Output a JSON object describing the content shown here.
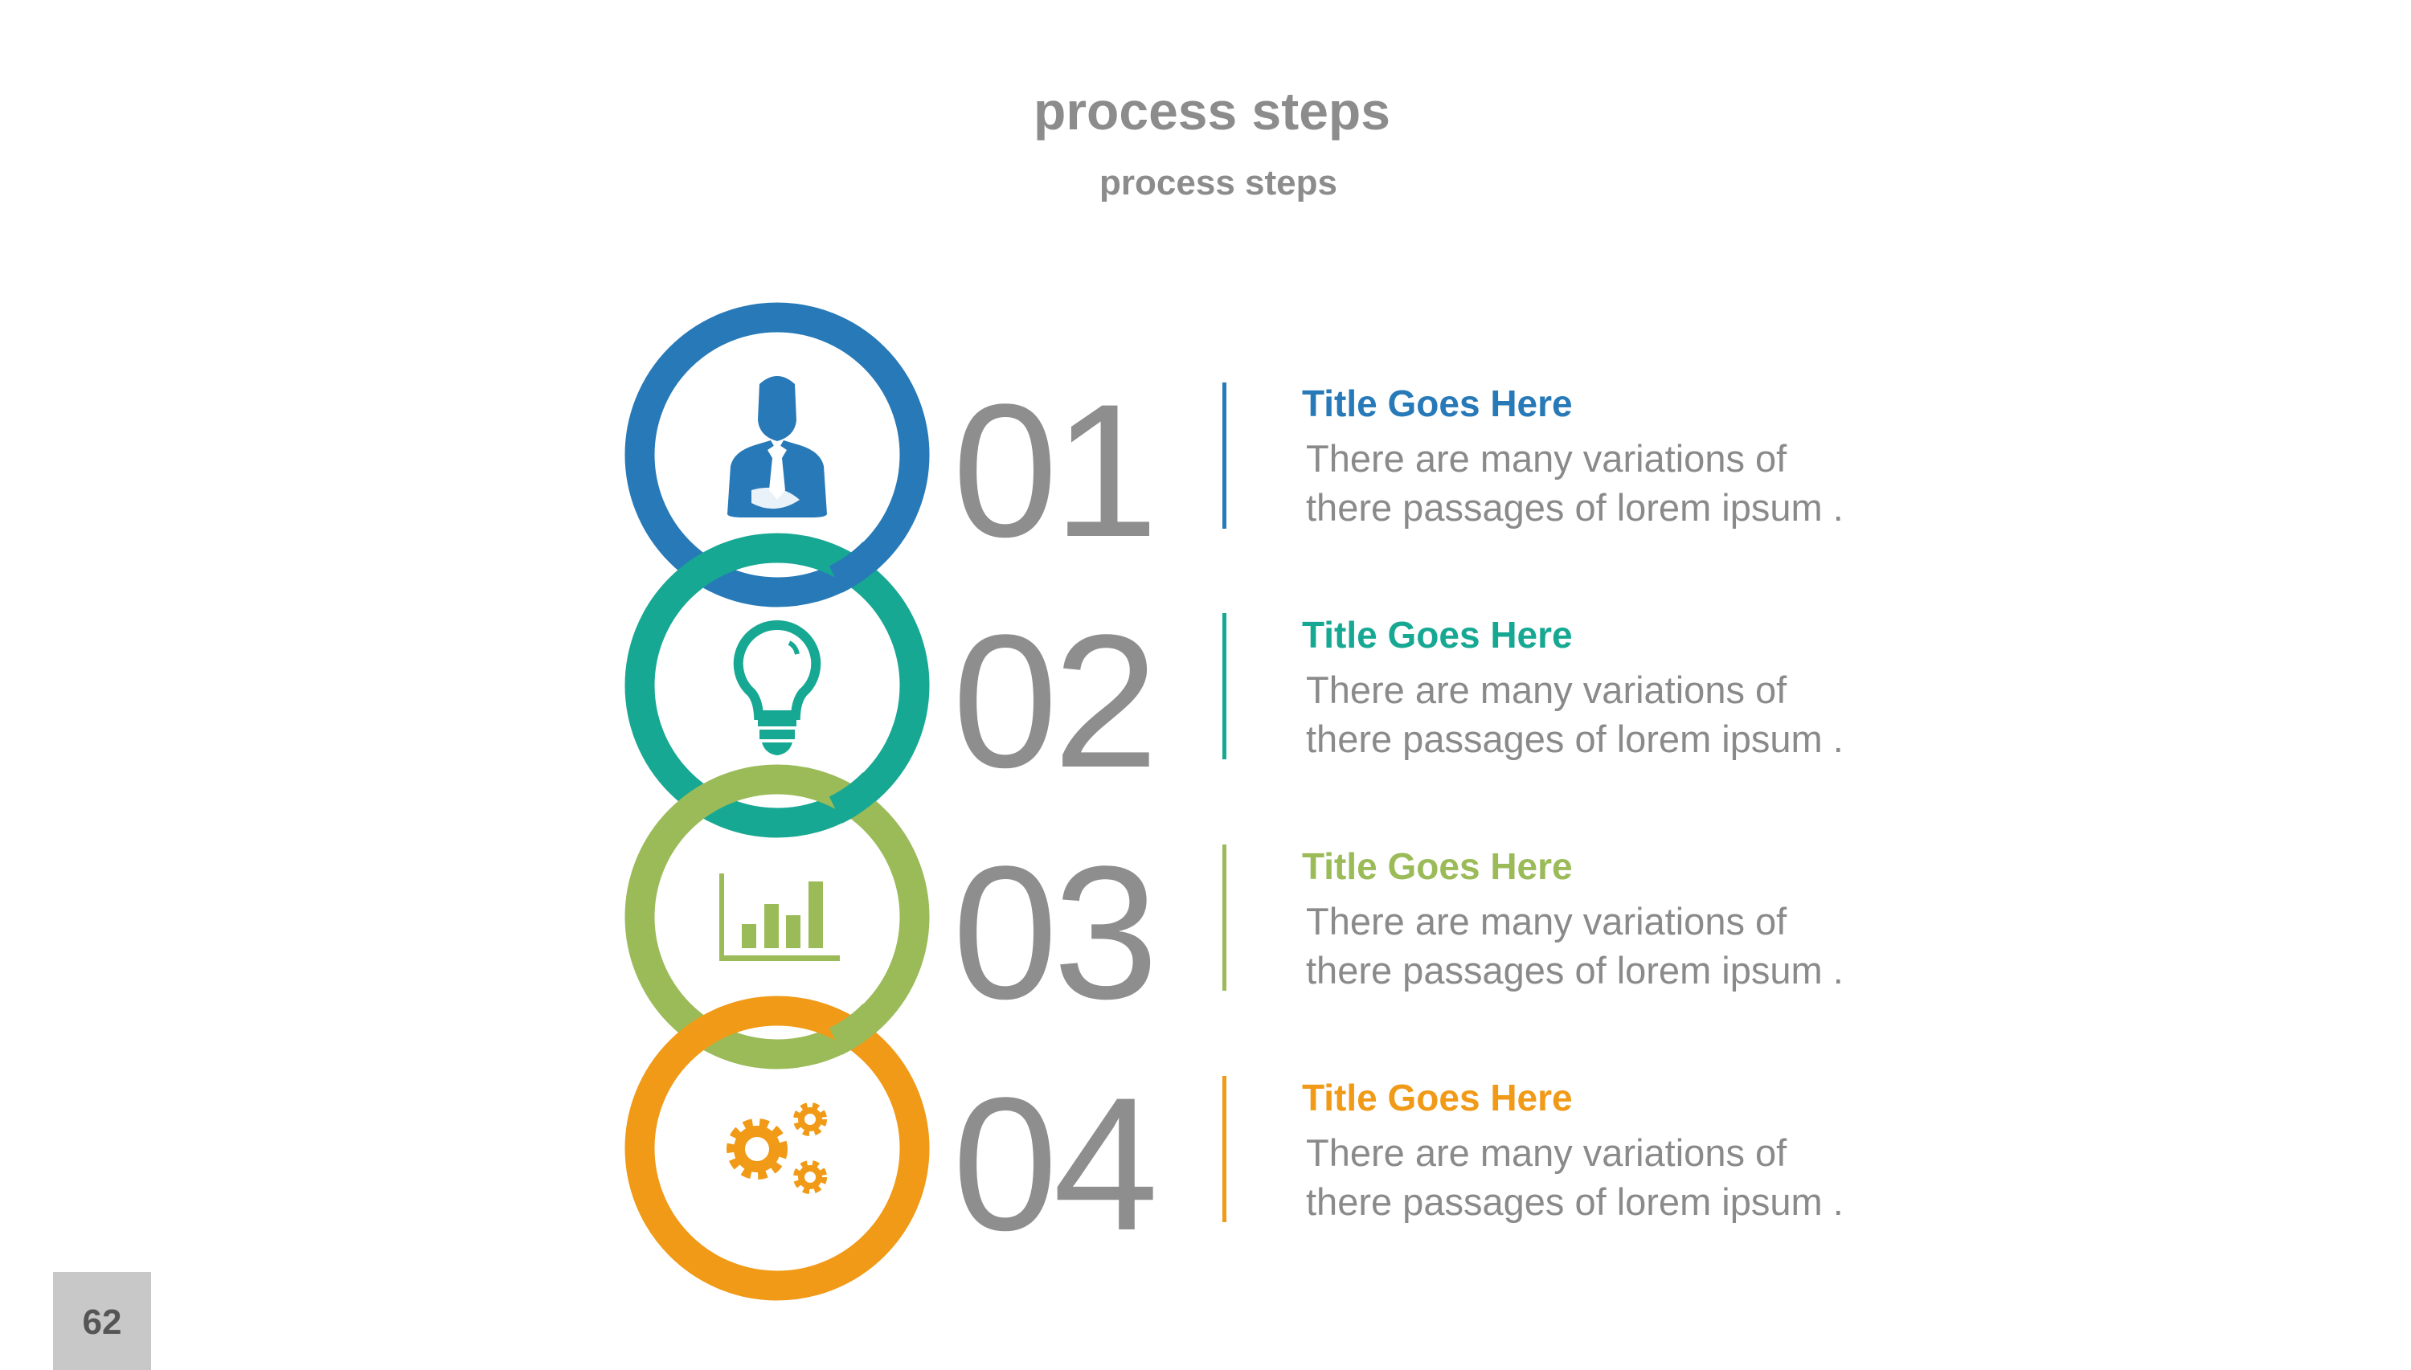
{
  "header": {
    "title": "process steps",
    "subtitle": "process steps"
  },
  "steps": [
    {
      "number": "01",
      "title": "Title Goes Here",
      "line1": "There are many variations of",
      "line2": "there passages of lorem ipsum .",
      "icon": "businessman-icon",
      "color": "#2779b8"
    },
    {
      "number": "02",
      "title": "Title Goes Here",
      "line1": "There are many variations of",
      "line2": "there passages of lorem ipsum .",
      "icon": "lightbulb-icon",
      "color": "#17a893"
    },
    {
      "number": "03",
      "title": "Title Goes Here",
      "line1": "There are many variations of",
      "line2": "there passages of lorem ipsum .",
      "icon": "bar-chart-icon",
      "color": "#9bbb59"
    },
    {
      "number": "04",
      "title": "Title Goes Here",
      "line1": "There are many variations of",
      "line2": "there passages of lorem ipsum .",
      "icon": "gears-icon",
      "color": "#f09a17"
    }
  ],
  "page_number": "62"
}
